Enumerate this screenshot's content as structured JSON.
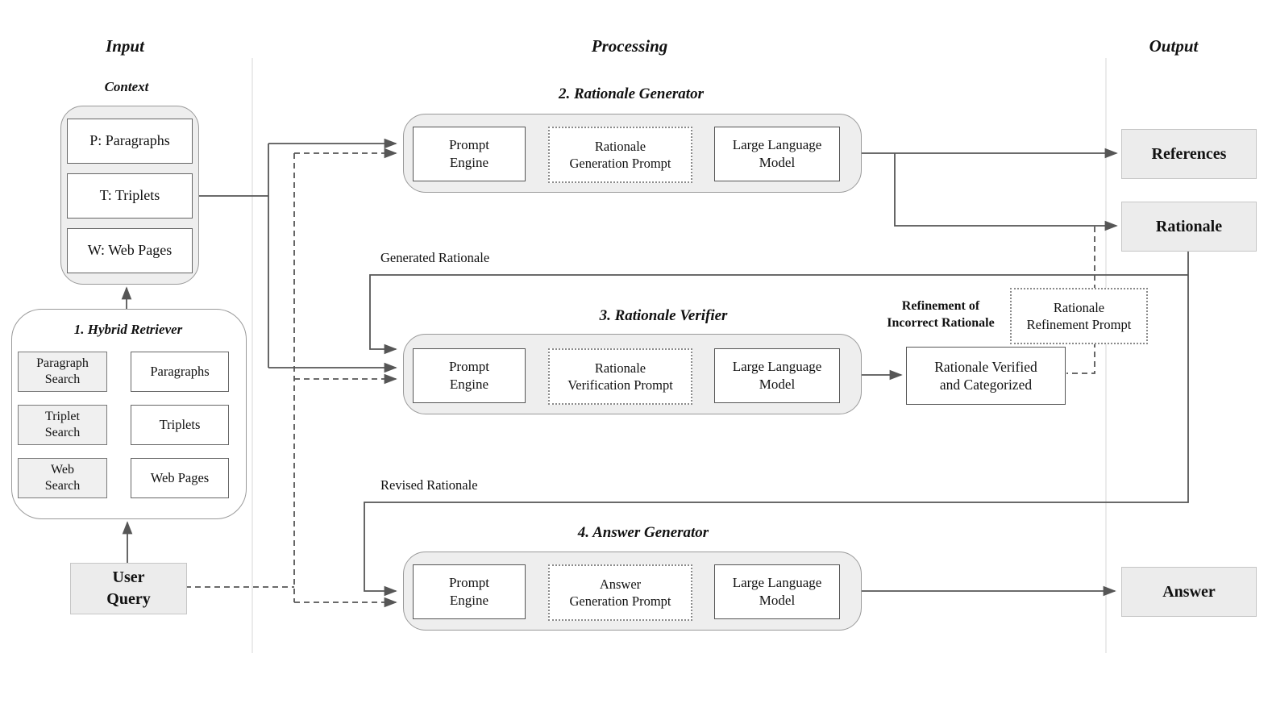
{
  "headers": {
    "input": "Input",
    "processing": "Processing",
    "output": "Output"
  },
  "context": {
    "label": "Context",
    "items": [
      "P: Paragraphs",
      "T: Triplets",
      "W: Web Pages"
    ]
  },
  "retriever": {
    "title": "1. Hybrid Retriever",
    "rows": [
      {
        "search_lines": [
          "Paragraph",
          "Search"
        ],
        "result": "Paragraphs"
      },
      {
        "search_lines": [
          "Triplet",
          "Search"
        ],
        "result": "Triplets"
      },
      {
        "search_lines": [
          "Web",
          "Search"
        ],
        "result": "Web Pages"
      }
    ]
  },
  "user_query": {
    "lines": [
      "User",
      "Query"
    ]
  },
  "generators": {
    "rationale_generator": {
      "title": "2. Rationale Generator",
      "engine_lines": [
        "Prompt",
        "Engine"
      ],
      "prompt_lines": [
        "Rationale",
        "Generation Prompt"
      ],
      "llm_lines": [
        "Large Language",
        "Model"
      ]
    },
    "rationale_verifier": {
      "title": "3. Rationale Verifier",
      "engine_lines": [
        "Prompt",
        "Engine"
      ],
      "prompt_lines": [
        "Rationale",
        "Verification Prompt"
      ],
      "llm_lines": [
        "Large Language",
        "Model"
      ],
      "result_lines": [
        "Rationale Verified",
        "and Categorized"
      ]
    },
    "answer_generator": {
      "title": "4. Answer Generator",
      "engine_lines": [
        "Prompt",
        "Engine"
      ],
      "prompt_lines": [
        "Answer",
        "Generation Prompt"
      ],
      "llm_lines": [
        "Large Language",
        "Model"
      ]
    }
  },
  "outputs": {
    "references": "References",
    "rationale": "Rationale",
    "answer": "Answer"
  },
  "flow_labels": {
    "generated_rationale": "Generated Rationale",
    "revised_rationale": "Revised Rationale",
    "refinement_note_lines": [
      "Refinement of",
      "Incorrect Rationale"
    ],
    "refinement_prompt_lines": [
      "Rationale",
      "Refinement Prompt"
    ]
  },
  "colors": {
    "line": "#565656",
    "container_fill": "#eeeeee",
    "container_border": "#9a9a9a",
    "box_border": "#565656",
    "shaded_fill": "#ececec",
    "shaded_border": "#c6c6c6",
    "separator": "#ebebeb"
  }
}
